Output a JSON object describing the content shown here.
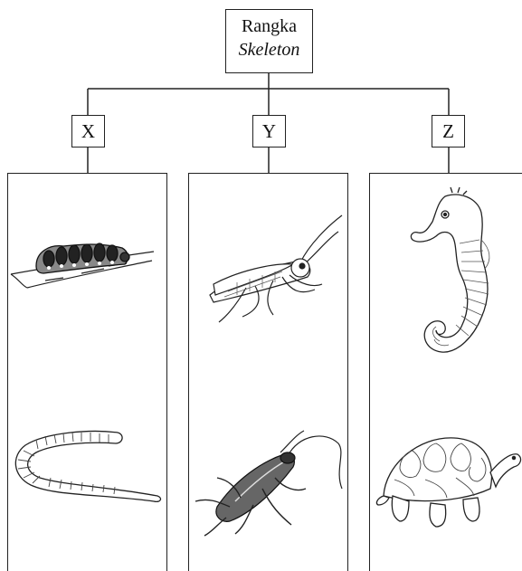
{
  "root": {
    "label": "Rangka",
    "label_en": "Skeleton"
  },
  "categories": [
    {
      "id": "x",
      "label": "X",
      "animals": [
        "caterpillar",
        "earthworm"
      ]
    },
    {
      "id": "y",
      "label": "Y",
      "animals": [
        "grasshopper",
        "cockroach"
      ]
    },
    {
      "id": "z",
      "label": "Z",
      "animals": [
        "seahorse",
        "tortoise"
      ]
    }
  ]
}
